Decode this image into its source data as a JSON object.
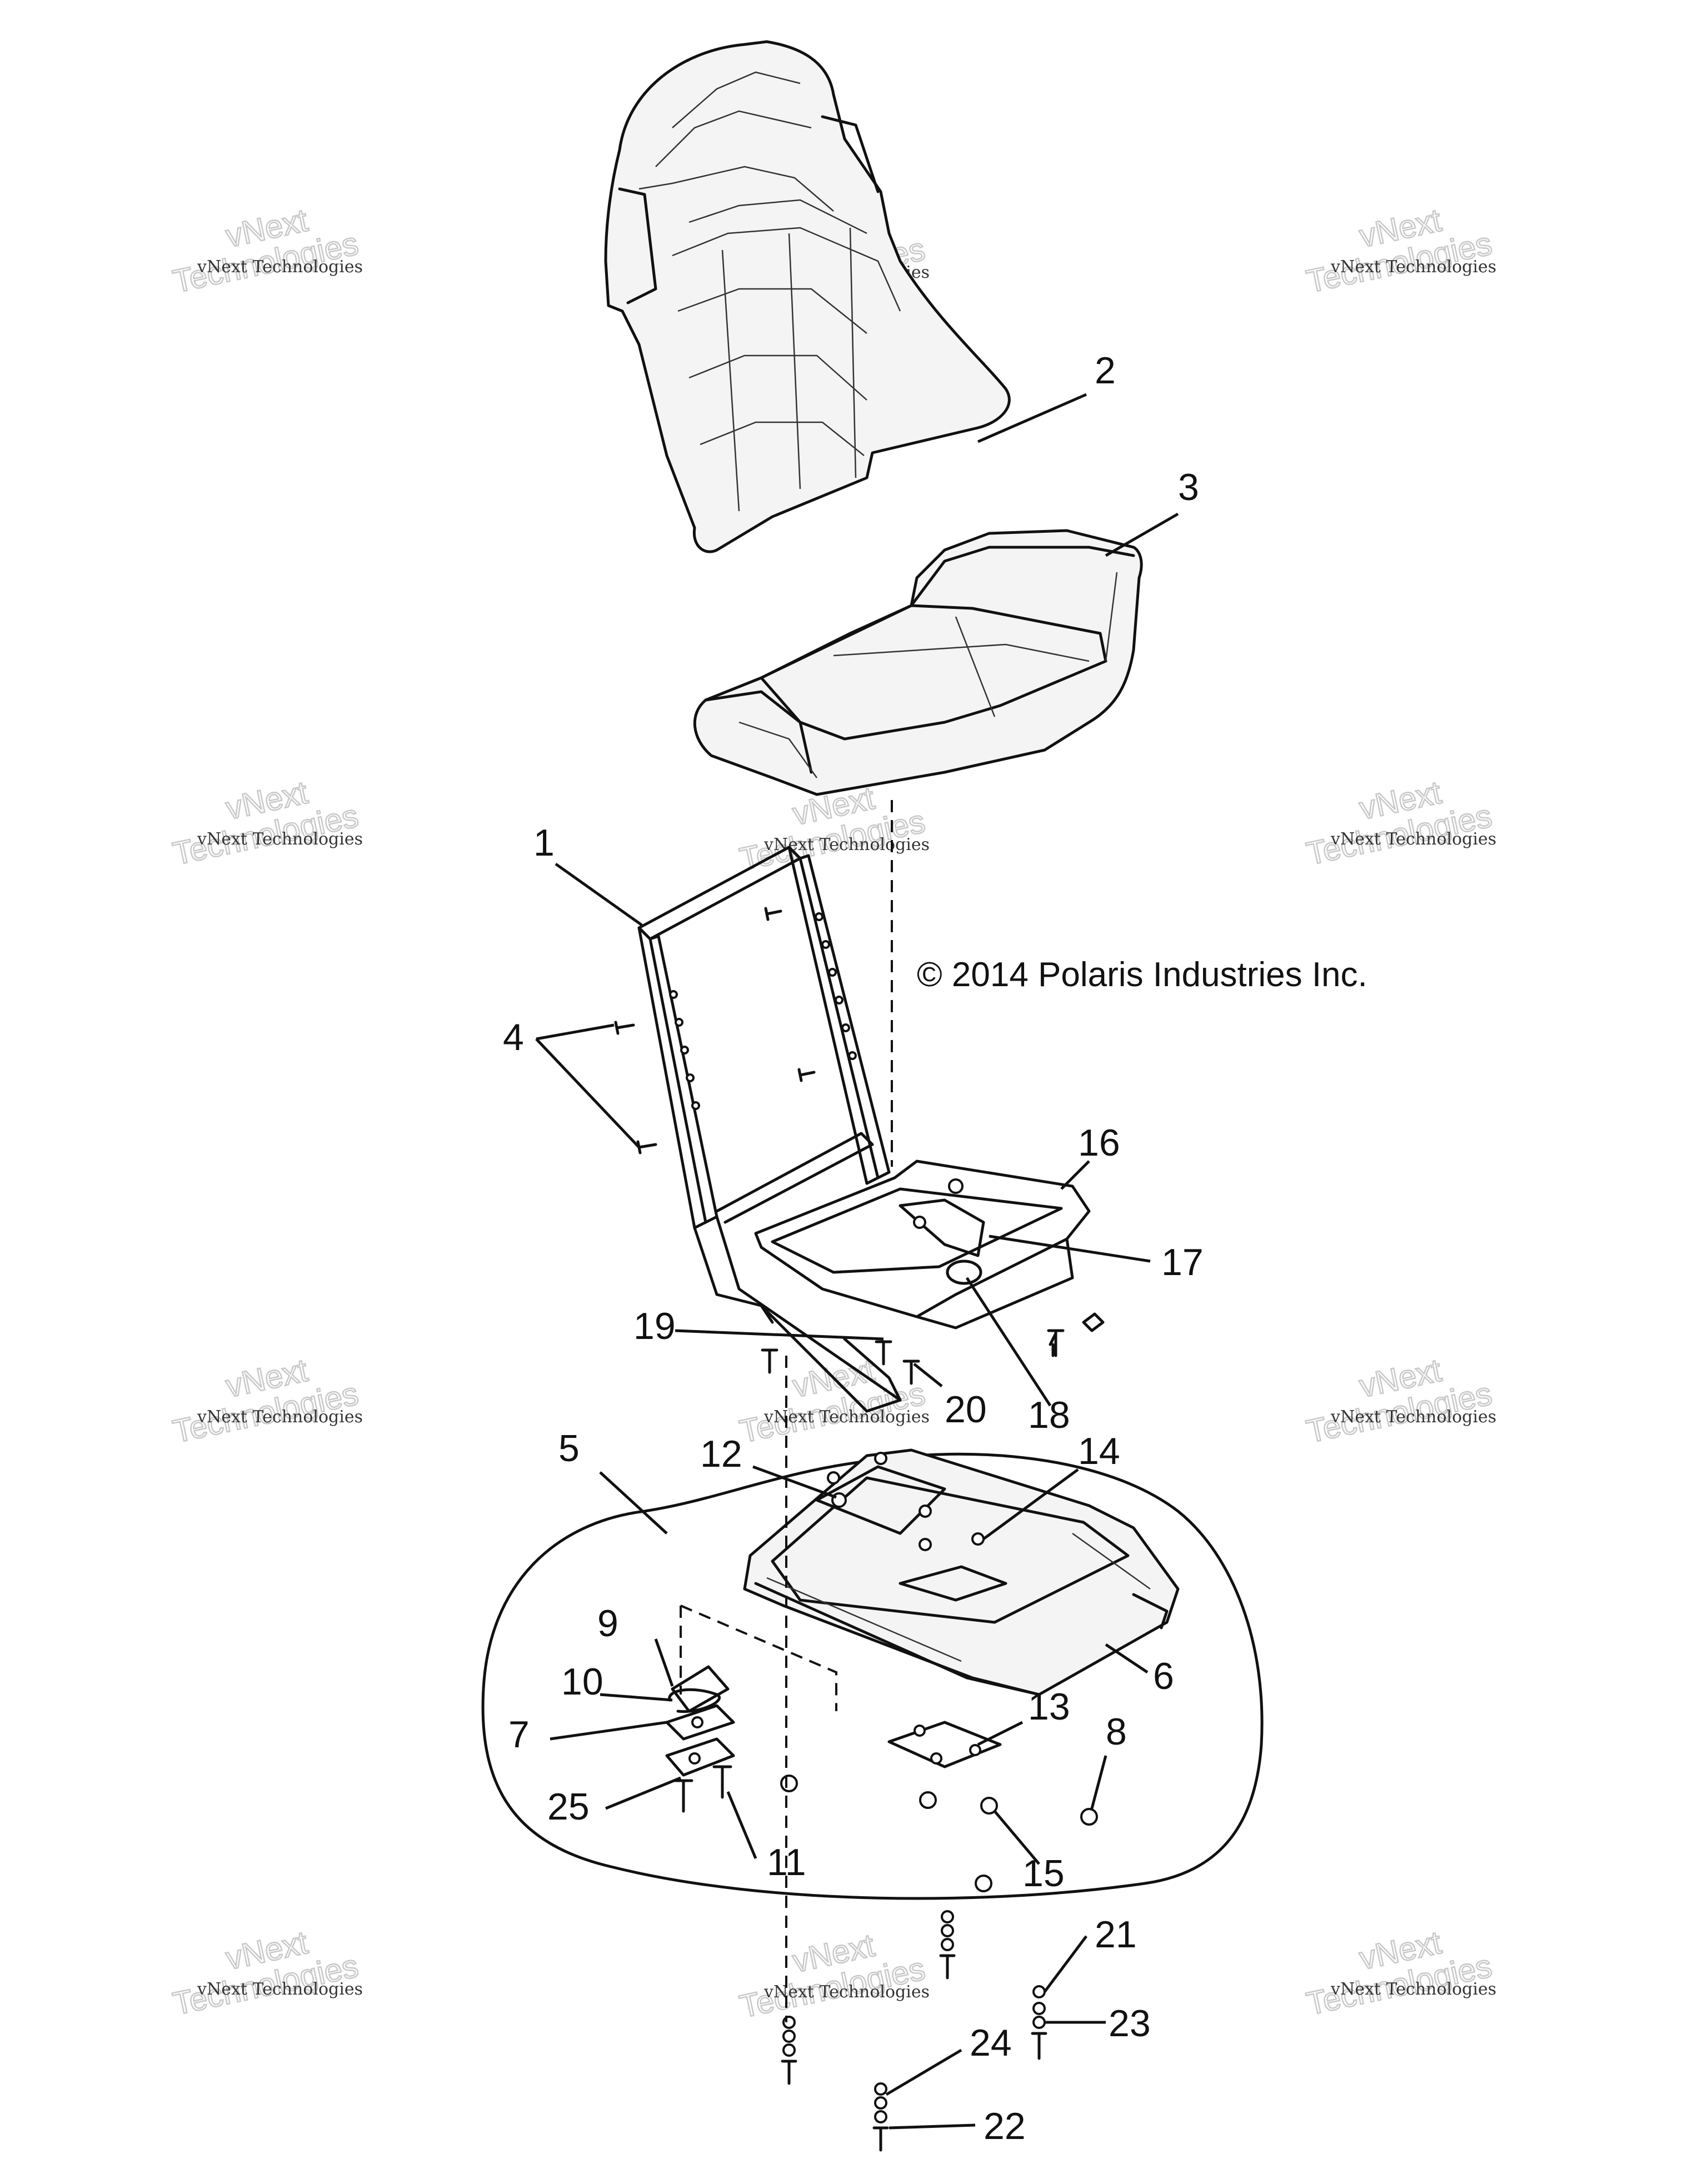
{
  "copyright": "© 2014 Polaris Industries Inc.",
  "watermark": {
    "small": "vNext Technologies",
    "big_line1": "vNext",
    "big_line2": "Technologies"
  },
  "callouts": {
    "c1": "1",
    "c2": "2",
    "c3": "3",
    "c4": "4",
    "c5": "5",
    "c6": "6",
    "c7": "7",
    "c8": "8",
    "c9": "9",
    "c10": "10",
    "c11": "11",
    "c12": "12",
    "c13": "13",
    "c14": "14",
    "c15": "15",
    "c16": "16",
    "c17": "17",
    "c18": "18",
    "c19": "19",
    "c20": "20",
    "c21": "21",
    "c22": "22",
    "c23": "23",
    "c24": "24",
    "c25": "25"
  }
}
